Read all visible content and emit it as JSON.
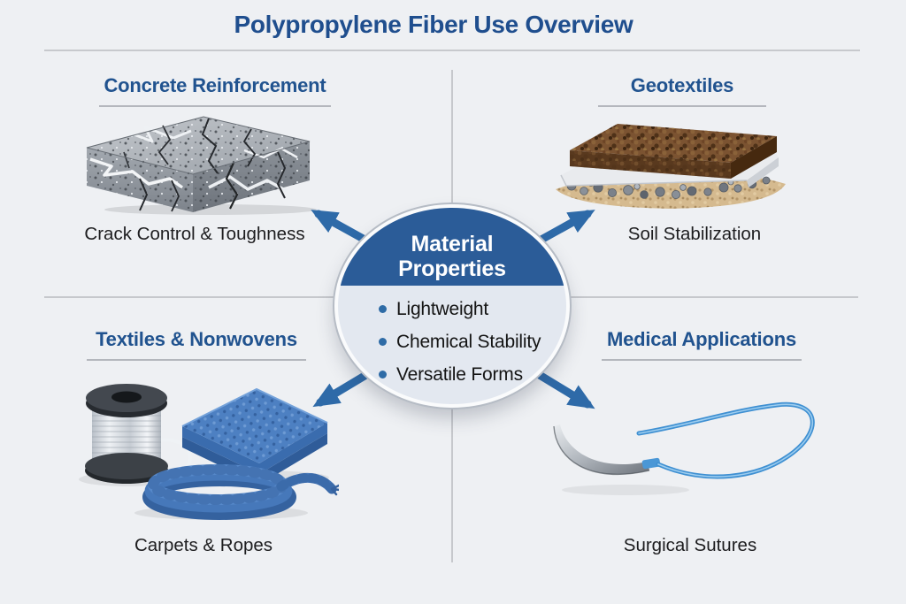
{
  "title": "Polypropylene Fiber Use Overview",
  "center": {
    "heading_line1": "Material",
    "heading_line2": "Properties",
    "bullets": [
      "Lightweight",
      "Chemical Stability",
      "Versatile Forms"
    ]
  },
  "quadrants": {
    "top_left": {
      "heading": "Concrete Reinforcement",
      "caption": "Crack Control & Toughness",
      "illustration": "cracked-concrete-block"
    },
    "top_right": {
      "heading": "Geotextiles",
      "caption": "Soil Stabilization",
      "illustration": "geotextile-layered-soil"
    },
    "bottom_left": {
      "heading": "Textiles & Nonwovens",
      "caption": "Carpets & Ropes",
      "illustration": "thread-spool-folded-fabric-rope"
    },
    "bottom_right": {
      "heading": "Medical Applications",
      "caption": "Surgical Sutures",
      "illustration": "curved-needle-with-suture-thread"
    }
  },
  "colors": {
    "background": "#eef0f3",
    "heading_blue": "#21538f",
    "title_blue": "#1f4e8e",
    "circle_top_blue": "#2b5c98",
    "circle_body": "#e3e8f0",
    "arrow_blue": "#2e6aa8",
    "caption_text": "#1d1d1f"
  }
}
